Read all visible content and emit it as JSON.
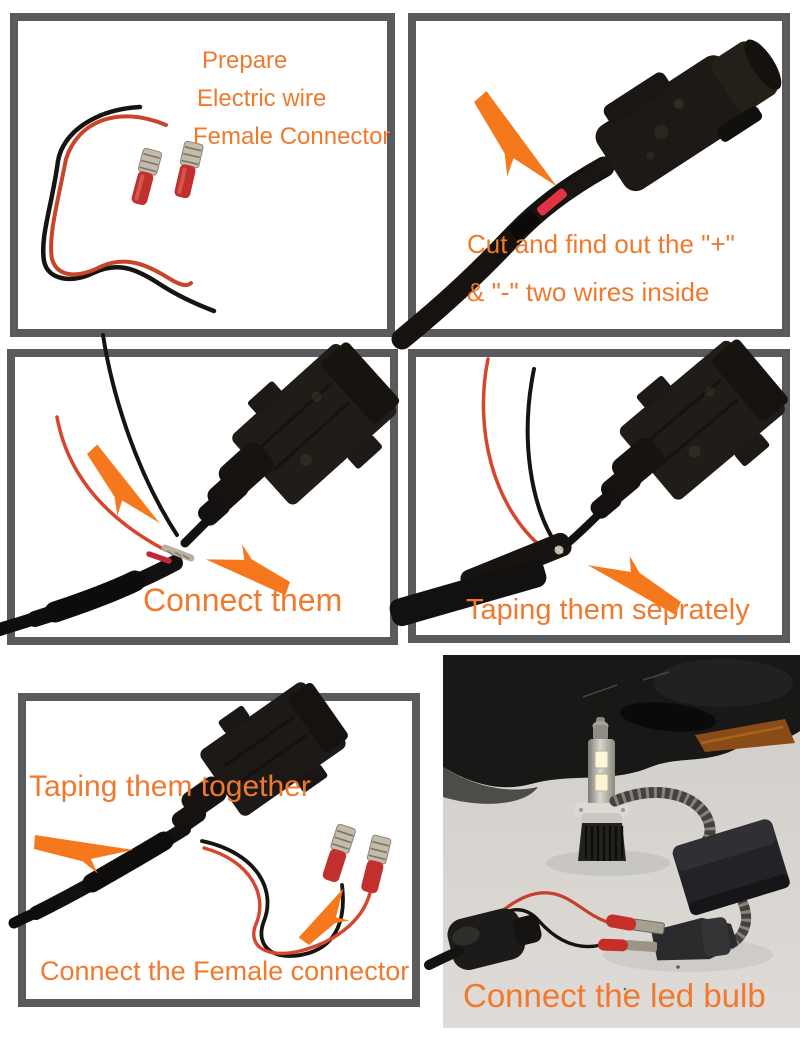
{
  "colors": {
    "accent_orange": "#F5791C",
    "text_orange": "#F0792E",
    "frame_gray": "#595A5C",
    "wire_red": "#D8452E",
    "wire_black": "#17130F",
    "connector_red": "#C52F28",
    "metal_silver": "#C3BBAB",
    "table_gray": "#D8D5D0"
  },
  "panels": {
    "prepare": {
      "line1": "Prepare",
      "line2": "Electric wire",
      "line3": "Female Connector"
    },
    "cut": {
      "line1": "Cut and find out the \"+\"",
      "line2": "& \"-\" two wires inside"
    },
    "connect_them": {
      "caption": "Connect them"
    },
    "taping_separately": {
      "caption": "Taping them seprately"
    },
    "taping_together": {
      "caption": "Taping them together",
      "caption2": "Connect the Female connector"
    },
    "connect_led": {
      "caption": "Connect the led bulb"
    }
  }
}
